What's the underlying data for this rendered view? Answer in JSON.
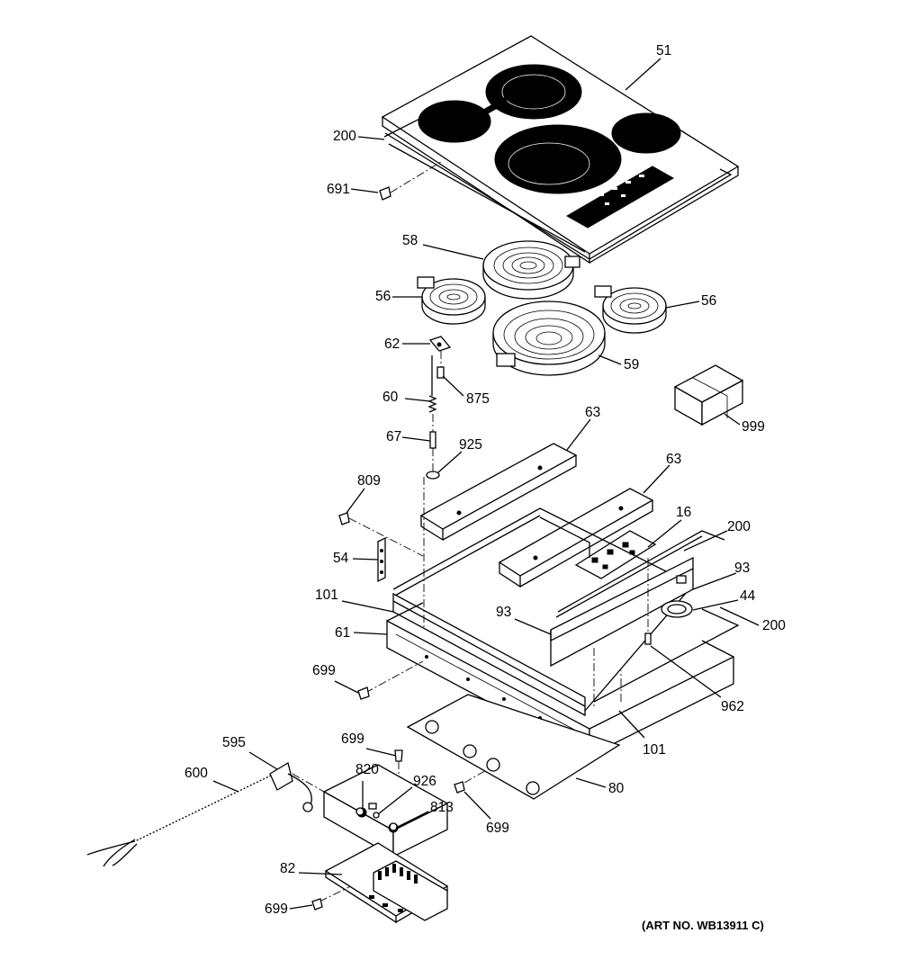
{
  "diagram": {
    "callouts": [
      {
        "id": "c51",
        "text": "51"
      },
      {
        "id": "c200a",
        "text": "200"
      },
      {
        "id": "c691",
        "text": "691"
      },
      {
        "id": "c58",
        "text": "58"
      },
      {
        "id": "c56a",
        "text": "56"
      },
      {
        "id": "c56b",
        "text": "56"
      },
      {
        "id": "c62",
        "text": "62"
      },
      {
        "id": "c59",
        "text": "59"
      },
      {
        "id": "c60",
        "text": "60"
      },
      {
        "id": "c875",
        "text": "875"
      },
      {
        "id": "c999",
        "text": "999"
      },
      {
        "id": "c67",
        "text": "67"
      },
      {
        "id": "c925",
        "text": "925"
      },
      {
        "id": "c63a",
        "text": "63"
      },
      {
        "id": "c63b",
        "text": "63"
      },
      {
        "id": "c809",
        "text": "809"
      },
      {
        "id": "c16",
        "text": "16"
      },
      {
        "id": "c200b",
        "text": "200"
      },
      {
        "id": "c54",
        "text": "54"
      },
      {
        "id": "c93a",
        "text": "93"
      },
      {
        "id": "c44",
        "text": "44"
      },
      {
        "id": "c101a",
        "text": "101"
      },
      {
        "id": "c93b",
        "text": "93"
      },
      {
        "id": "c200c",
        "text": "200"
      },
      {
        "id": "c61",
        "text": "61"
      },
      {
        "id": "c699a",
        "text": "699"
      },
      {
        "id": "c962",
        "text": "962"
      },
      {
        "id": "c101b",
        "text": "101"
      },
      {
        "id": "c595",
        "text": "595"
      },
      {
        "id": "c699b",
        "text": "699"
      },
      {
        "id": "c820",
        "text": "820"
      },
      {
        "id": "c926",
        "text": "926"
      },
      {
        "id": "c600",
        "text": "600"
      },
      {
        "id": "c813",
        "text": "813"
      },
      {
        "id": "c80",
        "text": "80"
      },
      {
        "id": "c699c",
        "text": "699"
      },
      {
        "id": "c82",
        "text": "82"
      },
      {
        "id": "c699d",
        "text": "699"
      }
    ],
    "art_number": "(ART NO. WB13911 C)"
  }
}
